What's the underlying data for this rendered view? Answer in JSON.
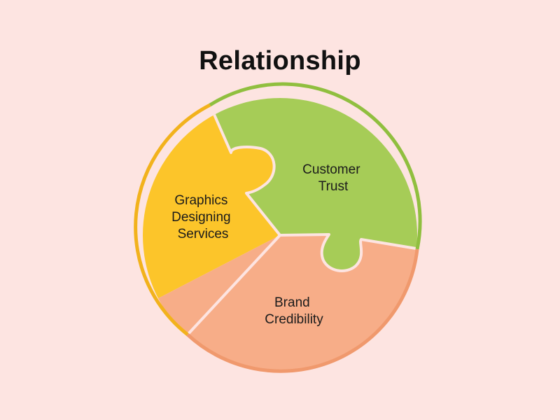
{
  "title": "Relationship",
  "pieces": [
    {
      "lines": [
        "Graphics",
        "Designing",
        "Services"
      ],
      "color": "#fcc52a",
      "edge_color": "#f2b21c"
    },
    {
      "lines": [
        "Customer",
        "Trust"
      ],
      "color": "#a6cc57",
      "edge_color": "#90bf3f"
    },
    {
      "lines": [
        "Brand",
        "Credibility"
      ],
      "color": "#f7ad88",
      "edge_color": "#f0996d"
    }
  ],
  "colors": {
    "background": "#fde4e1",
    "separator": "#fde4e1"
  }
}
